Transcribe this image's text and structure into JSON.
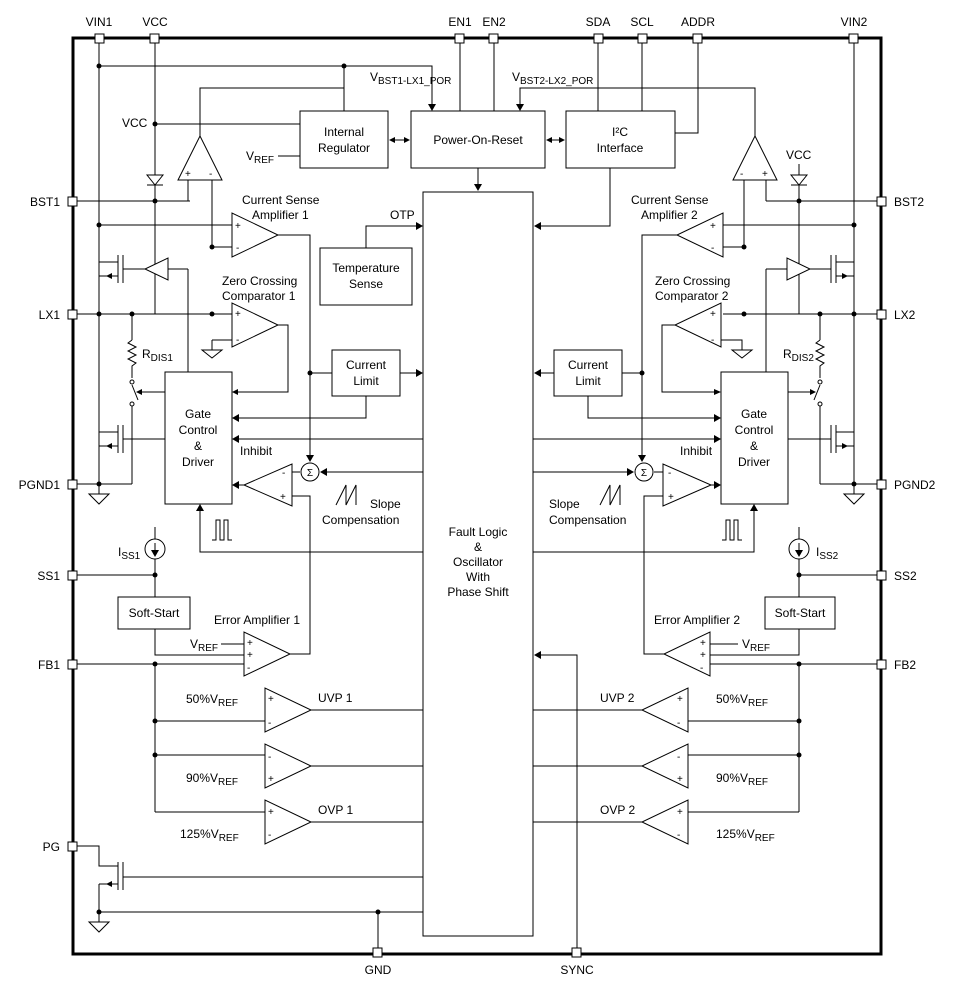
{
  "pins": {
    "vin1": "VIN1",
    "vcc_top": "VCC",
    "en1": "EN1",
    "en2": "EN2",
    "sda": "SDA",
    "scl": "SCL",
    "addr": "ADDR",
    "vin2": "VIN2",
    "bst1": "BST1",
    "lx1": "LX1",
    "pgnd1": "PGND1",
    "ss1": "SS1",
    "fb1": "FB1",
    "pg": "PG",
    "bst2": "BST2",
    "lx2": "LX2",
    "pgnd2": "PGND2",
    "ss2": "SS2",
    "fb2": "FB2",
    "gnd": "GND",
    "sync": "SYNC"
  },
  "blocks": {
    "internal_regulator": [
      "Internal",
      "Regulator"
    ],
    "power_on_reset": "Power-On-Reset",
    "i2c_interface": [
      "I²C",
      "Interface"
    ],
    "temperature_sense": [
      "Temperature",
      "Sense"
    ],
    "current_limit_1": [
      "Current",
      "Limit"
    ],
    "current_limit_2": [
      "Current",
      "Limit"
    ],
    "gate_driver_1": [
      "Gate",
      "Control",
      "&",
      "Driver"
    ],
    "gate_driver_2": [
      "Gate",
      "Control",
      "&",
      "Driver"
    ],
    "soft_start_1": "Soft-Start",
    "soft_start_2": "Soft-Start",
    "fault_logic": [
      "Fault Logic",
      "&",
      "Oscillator",
      "With",
      "Phase Shift"
    ]
  },
  "labels": {
    "vcc_left": "VCC",
    "vcc_right": "VCC",
    "vref_reg": "V",
    "vref_sub": "REF",
    "vbst1_main": "V",
    "vbst1_sub": "BST1-LX1_POR",
    "vbst2_main": "V",
    "vbst2_sub": "BST2-LX2_POR",
    "otp": "OTP",
    "csa1": [
      "Current Sense",
      "Amplifier 1"
    ],
    "csa2": [
      "Current Sense",
      "Amplifier 2"
    ],
    "zcc1": [
      "Zero Crossing",
      "Comparator 1"
    ],
    "zcc2": [
      "Zero Crossing",
      "Comparator 2"
    ],
    "rdis1_main": "R",
    "rdis1_sub": "DIS1",
    "rdis2_main": "R",
    "rdis2_sub": "DIS2",
    "inhibit1": "Inhibit",
    "inhibit2": "Inhibit",
    "slope1": [
      "Slope",
      "Compensation"
    ],
    "slope2": [
      "Slope",
      "Compensation"
    ],
    "iss1_main": "I",
    "iss1_sub": "SS1",
    "iss2_main": "I",
    "iss2_sub": "SS2",
    "ea1": "Error Amplifier 1",
    "ea2": "Error Amplifier 2",
    "vref_ea1": "V",
    "vref_ea2": "V",
    "uvp1": "UVP 1",
    "uvp2": "UVP 2",
    "ovp1": "OVP 1",
    "ovp2": "OVP 2",
    "pct50_1": "50%V",
    "pct90_1": "90%V",
    "pct125_1": "125%V",
    "pct50_2": "50%V",
    "pct90_2": "90%V",
    "pct125_2": "125%V",
    "sigma": "Σ"
  }
}
